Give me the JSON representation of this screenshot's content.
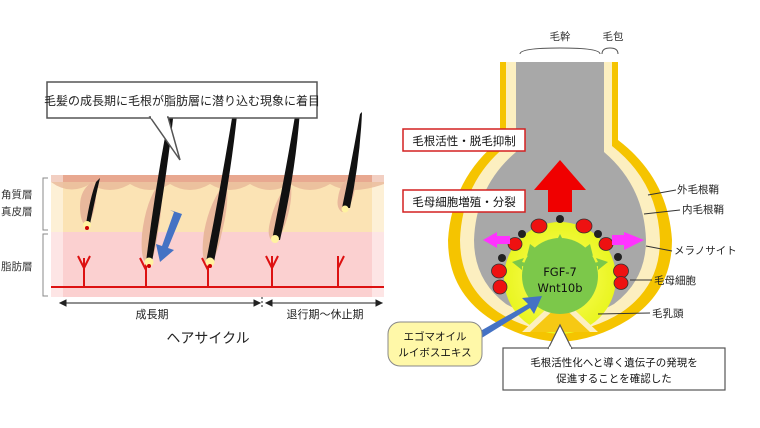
{
  "left_panel": {
    "callout": "毛髪の成長期に毛根が脂肪層に潜り込む現象に着目",
    "layer_labels": {
      "corneum": "角質層",
      "dermis": "真皮層",
      "fat": "脂肪層"
    },
    "phase_growth": "成長期",
    "phase_regression": "退行期〜休止期",
    "caption": "ヘアサイクル",
    "colors": {
      "skin_top": "#e8a890",
      "dermis": "#fbe3b4",
      "fat": "#fbd0d0",
      "vessel": "#dd1111",
      "hair": "#111111"
    }
  },
  "right_panel": {
    "label_shaft": "毛幹",
    "label_follicle": "毛包",
    "label_outer_sheath": "外毛根鞘",
    "label_inner_sheath": "内毛根鞘",
    "label_melanocyte": "メラノサイト",
    "label_matrix_cell": "毛母細胞",
    "label_papilla": "毛乳頭",
    "box_top": "毛根活性・脱毛抑制",
    "box_mid": "毛母細胞増殖・分裂",
    "papilla_line1": "FGF-7",
    "papilla_line2": "Wnt10b",
    "extract_line1": "エゴマオイル",
    "extract_line2": "ルイボスエキス",
    "conclusion_line1": "毛根活性化へと導く遺伝子の発現を",
    "conclusion_line2": "促進することを確認した",
    "colors": {
      "outer": "#f5c400",
      "inner": "#fcefc0",
      "core": "#a8a8a8",
      "papilla": "#7cc84a",
      "glow": "#f3f520",
      "box_border": "#d42020",
      "red_arrow": "#f00000",
      "magenta": "#ff33ff",
      "blue_arrow": "#4472c4"
    }
  }
}
